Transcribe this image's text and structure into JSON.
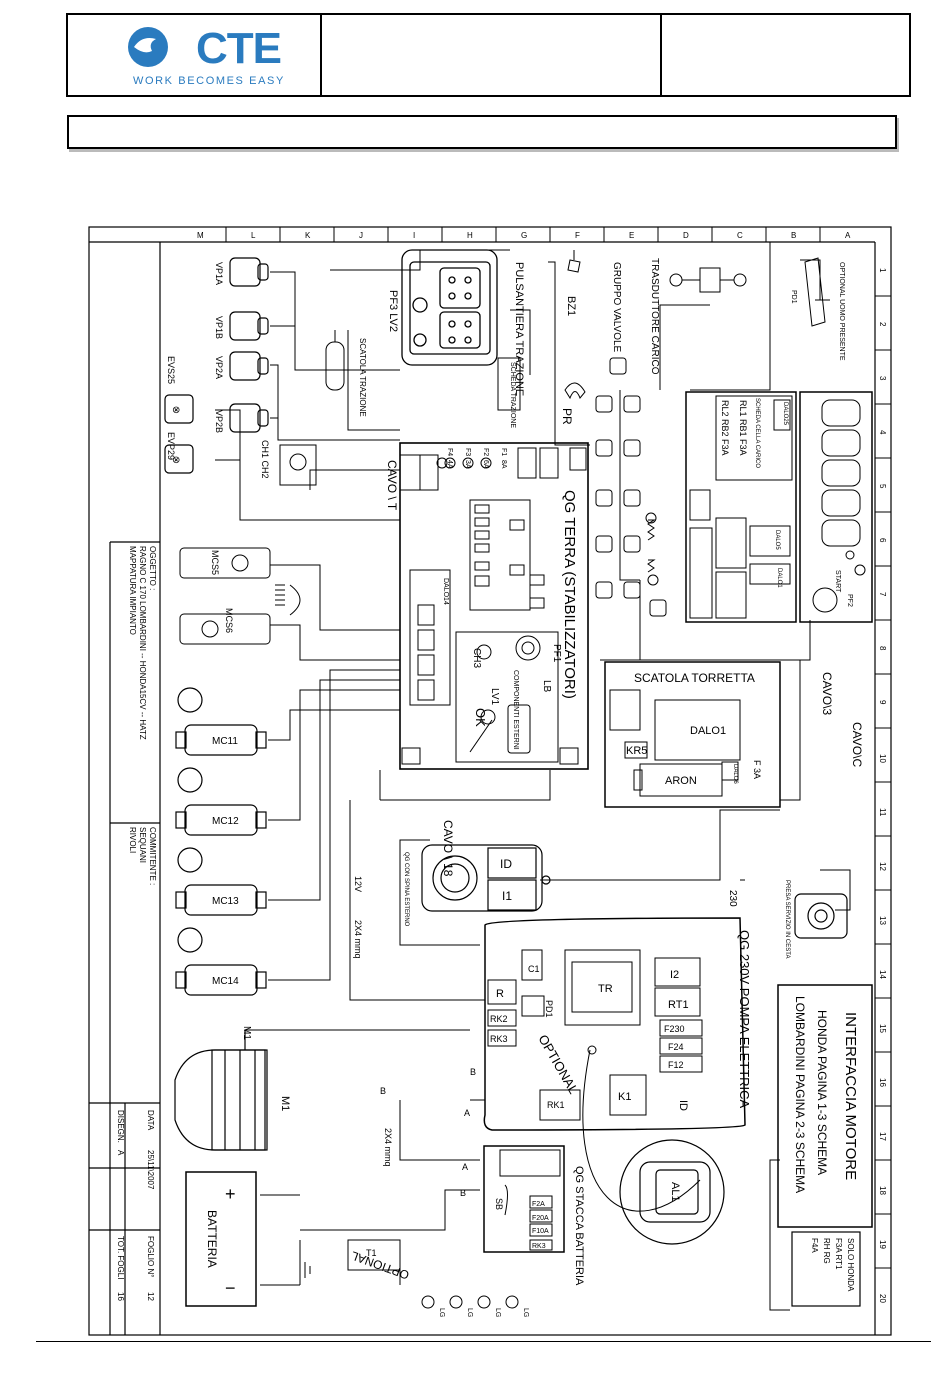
{
  "header": {
    "logo_text": "CTE",
    "logo_tagline": "WORK BECOMES EASY",
    "brand_color": "#2a7bbf"
  },
  "grid": {
    "col_letters": [
      "A",
      "B",
      "C",
      "D",
      "E",
      "F",
      "G",
      "H",
      "I",
      "J",
      "K",
      "L",
      "M"
    ],
    "row_numbers": [
      "1",
      "2",
      "3",
      "4",
      "5",
      "6",
      "7",
      "8",
      "9",
      "10",
      "11",
      "12",
      "13",
      "14",
      "15",
      "16",
      "17",
      "18",
      "19",
      "20"
    ]
  },
  "labels": {
    "optional_uomo": "OPTIONAL UOMO PRESENTE",
    "pd1": "PD1",
    "trasduttore": "TRASDUTTORE CARICO",
    "gruppo_valvole": "GRUPPO VALVOLE",
    "bz1": "BZ1",
    "pulsantiera": "PULSANTIERA TRAZIONE",
    "scheda_trazione": "SCHEDA TRAZIONE",
    "pf3_lv2": "PF3 LV2",
    "scatola_trazione": "SCATOLA TRAZIONE",
    "vp1a": "VP1A",
    "vp1b": "VP1B",
    "vp2a": "VP2A",
    "vp2b": "VP2B",
    "evs25": "EVS25",
    "evp29": "EVP29",
    "ch1_ch2": "CH1 CH2",
    "mcs5": "MCS5",
    "mcs6": "MCS6",
    "mc11": "MC11",
    "mc12": "MC12",
    "mc13": "MC13",
    "mc14": "MC14",
    "m1": "M1",
    "m1_motor": "M1",
    "batteria": "BATTERIA",
    "batt_plus": "+",
    "batt_minus": "−",
    "pr": "PR",
    "qg_terra": "QG TERRA (STABILIZZATORI)",
    "cavo_t": "CAVO \\ T",
    "cavo_18": "CAVO \\ 18",
    "cavo_3": "CAVO\\3",
    "cavo_c": "CAVO\\C",
    "dalo14": "DALO14",
    "pf1": "PF1",
    "ch3": "CH3",
    "lb": "LB",
    "lv1": "LV1",
    "ok": "OK",
    "componenti_esterni": "COMPONENTI ESTERNI",
    "f1": "F1",
    "f2": "F2",
    "f3": "F3",
    "f4": "F4",
    "f1v": "8A",
    "f2v": "6A",
    "f3v": "3A",
    "f4v": "4A",
    "scheda_cella": "SCHEDA CELLA CARICO",
    "dalo25": "DALO25",
    "rl1": "RL1 RB1 F3A",
    "rl2": "RL2 RB2 F3A",
    "dalo1_small": "DALO1",
    "dalo5": "DALO5",
    "pf2": "PF2",
    "start": "START",
    "scatola_torretta": "SCATOLA TORRETTA",
    "dalo1": "DALO1",
    "kr5": "KR5",
    "aron": "ARON",
    "f3a": "F 3A",
    "dalo6": "DALO6",
    "presa": "PRESA SERVIZIO IN CESTA",
    "qg_230": "QG 230V POMPA ELETTRICA",
    "tr": "TR",
    "i2": "I2",
    "rt1": "RT1",
    "f230": "F230",
    "f24": "F24",
    "f12": "F12",
    "c1": "C1",
    "r": "R",
    "rk2": "RK2",
    "rk3": "RK3",
    "pd1b": "PD1",
    "optional": "OPTIONAL",
    "k1": "K1",
    "rk1": "RK1",
    "id": "ID",
    "i1": "I1",
    "id2": "ID",
    "qg_esterno": "QG CON SPINA ESTERNO",
    "v12": "12V",
    "v230": "230",
    "cable_2x4": "2X4 mmq",
    "cable_2x4b": "2X4 mmq",
    "a": "A",
    "b": "B",
    "qg_stacca": "QG STACCA BATTERIA",
    "sb": "SB",
    "al1": "AL1",
    "f2a": "F2A",
    "f10a": "F10A",
    "f20a": "F20A",
    "rk3b": "RK3",
    "t1": "T1",
    "optional2": "OPTIONAL",
    "lg": "LG",
    "interfaccia": "INTERFACCIA MOTORE",
    "honda": "HONDA PAGINA 1-3 SCHEMA",
    "lombardini": "LOMBARDINI PAGINA 2-3 SCHEMA",
    "solo_honda": "SOLO HONDA",
    "sh_r1": "F3A  RT1",
    "sh_r2": "RH   RG",
    "sh_r3": "F4A"
  },
  "title_block": {
    "oggetto_label": "OGGETTO :",
    "oggetto_1": "RAGNO C 170 LOMBARDINI -- HONDA15CV -- HATZ",
    "oggetto_2": "MAPPATURA IMPIANTO",
    "committente_label": "COMMITENTE :",
    "committente_1": "SEQUANI",
    "committente_2": "RIVOLI",
    "data_label": "DATA",
    "data_value": "25\\11\\2007",
    "foglio_label": "FOGLIO N°",
    "foglio_value": "12",
    "disegn_label": "DISEGN.",
    "disegn_value": "A",
    "tot_label": "TOT. FOGLI",
    "tot_value": "16"
  }
}
